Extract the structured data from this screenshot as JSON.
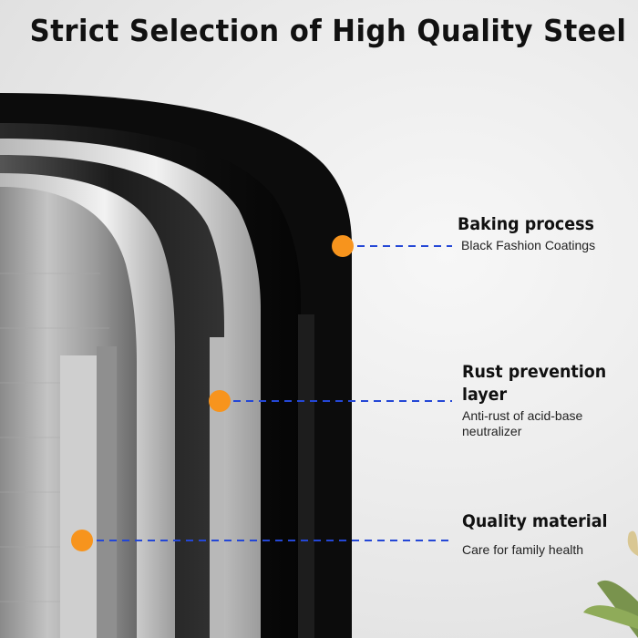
{
  "title": "Strict Selection of High Quality Steel",
  "callouts": [
    {
      "heading": "Baking process",
      "text": "Black Fashion Coatings"
    },
    {
      "heading": "Rust prevention layer",
      "text": "Anti-rust of acid-base neutralizer"
    },
    {
      "heading": "Quality material",
      "text": "Care for family health"
    }
  ],
  "colors": {
    "marker": "#f7941d",
    "leader": "#2447d6",
    "title": "#111111"
  }
}
